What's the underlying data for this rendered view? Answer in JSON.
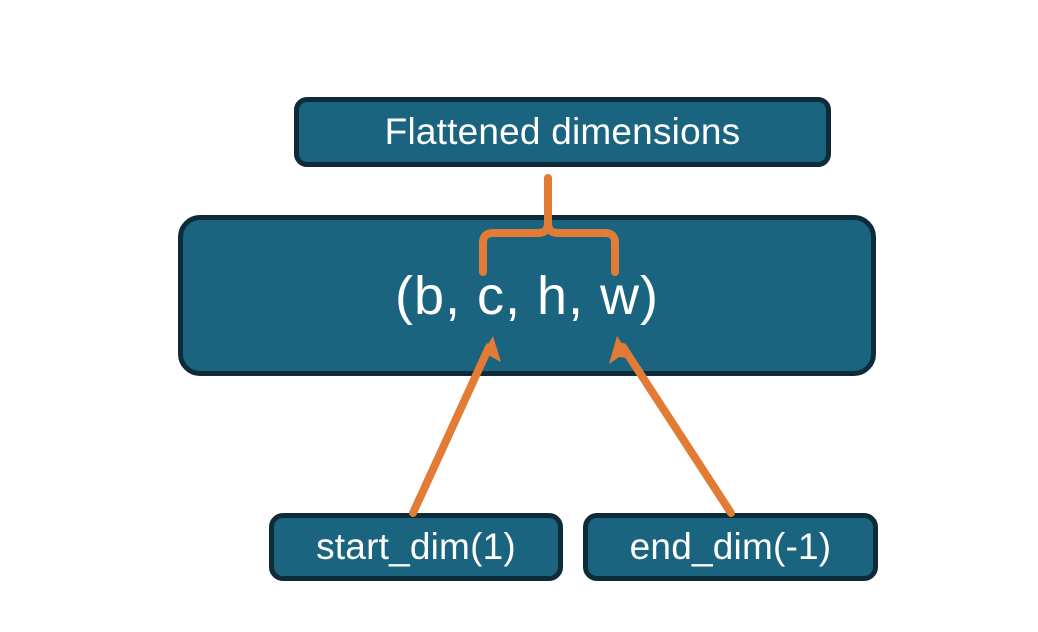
{
  "diagram": {
    "title_node": {
      "label": "Flattened dimensions"
    },
    "shape_node": {
      "label": "(b, c, h, w)"
    },
    "start_node": {
      "label": "start_dim(1)"
    },
    "end_node": {
      "label": "end_dim(-1)"
    },
    "connectors": {
      "brace": {
        "name": "curly-brace-connector",
        "points_to": "Flattened dimensions",
        "spans": "c, h, w"
      },
      "left_arrow": {
        "name": "start-dim-arrow",
        "from": "start_dim(1)",
        "to": "c"
      },
      "right_arrow": {
        "name": "end-dim-arrow",
        "from": "end_dim(-1)",
        "to": "w"
      }
    }
  },
  "colors": {
    "background": "#ffffff",
    "node_fill": "#1b6480",
    "node_border": "#0d2b39",
    "node_text": "#ffffff",
    "accent": "#e17b36"
  }
}
